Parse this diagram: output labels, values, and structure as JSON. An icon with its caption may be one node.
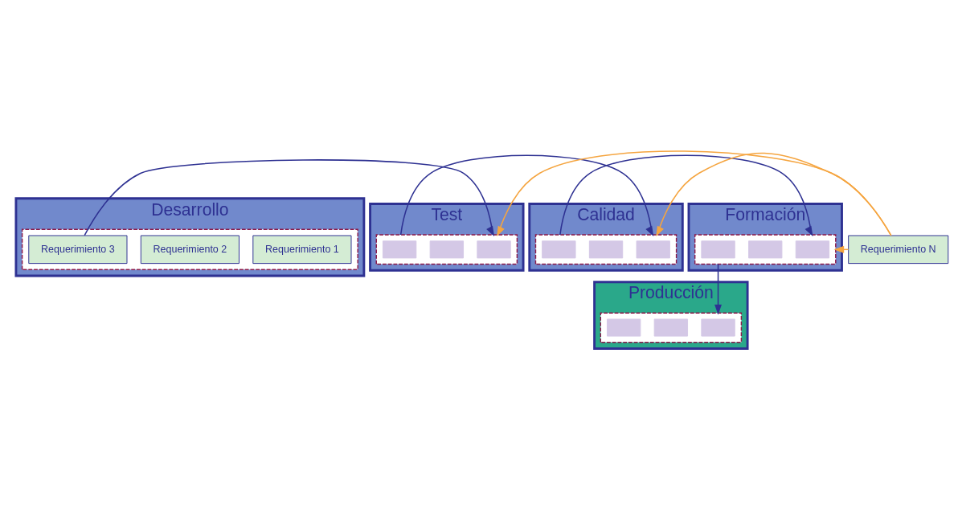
{
  "diagram": {
    "nodes": [
      {
        "text": [
          "Desarrollo"
        ]
      },
      {
        "text": [],
        "shape": "box",
        "in": 0
      },
      {
        "text": [
          "Requerimiento 1"
        ],
        "in": 1
      },
      {
        "text": [
          "Requerimiento 2"
        ],
        "in": 1
      },
      {
        "text": [
          "Requerimiento 3"
        ],
        "in": 1
      },
      {
        "text": [
          "Test"
        ]
      },
      {
        "text": [],
        "shape": "box",
        "in": 5
      },
      {
        "text": [],
        "shape": "box",
        "in": 6
      },
      {
        "text": [],
        "shape": "box",
        "in": 6
      },
      {
        "text": [],
        "shape": "box",
        "in": 6
      },
      {
        "text": [
          "Calidad"
        ]
      },
      {
        "text": [],
        "shape": "box",
        "in": 10
      },
      {
        "text": [],
        "shape": "box",
        "in": 11
      },
      {
        "text": [],
        "shape": "box",
        "in": 11
      },
      {
        "text": [],
        "shape": "box",
        "in": 11
      },
      {
        "text": [
          "Formación"
        ]
      },
      {
        "text": [],
        "shape": "box",
        "in": 15
      },
      {
        "text": [],
        "shape": "box",
        "in": 16
      },
      {
        "text": [],
        "shape": "box",
        "in": 16
      },
      {
        "text": [],
        "shape": "box",
        "in": 16
      },
      {
        "text": [
          "Requerimiento N"
        ]
      },
      {
        "text": [
          "Producción"
        ]
      },
      {
        "text": [],
        "shape": "box",
        "in": 21
      },
      {
        "text": [],
        "shape": "box",
        "in": 22
      },
      {
        "text": [],
        "shape": "box",
        "in": 22
      },
      {
        "text": [],
        "shape": "box",
        "in": 22
      }
    ],
    "edges": [
      {
        "from": 4,
        "to": 6,
        "arrow": "to"
      },
      {
        "from": 6,
        "to": 11,
        "arrow": "to"
      },
      {
        "from": 11,
        "to": 16,
        "arrow": "to"
      },
      {
        "from": 16,
        "to": 22,
        "arrow": "to"
      },
      {
        "from": 20,
        "to": 6,
        "arrow": "to",
        "color": "#f5a540"
      },
      {
        "from": 20,
        "to": 11,
        "arrow": "to",
        "color": "#f5a540"
      },
      {
        "from": 20,
        "to": 16,
        "arrow": "to",
        "color": "#f5a540"
      }
    ]
  }
}
